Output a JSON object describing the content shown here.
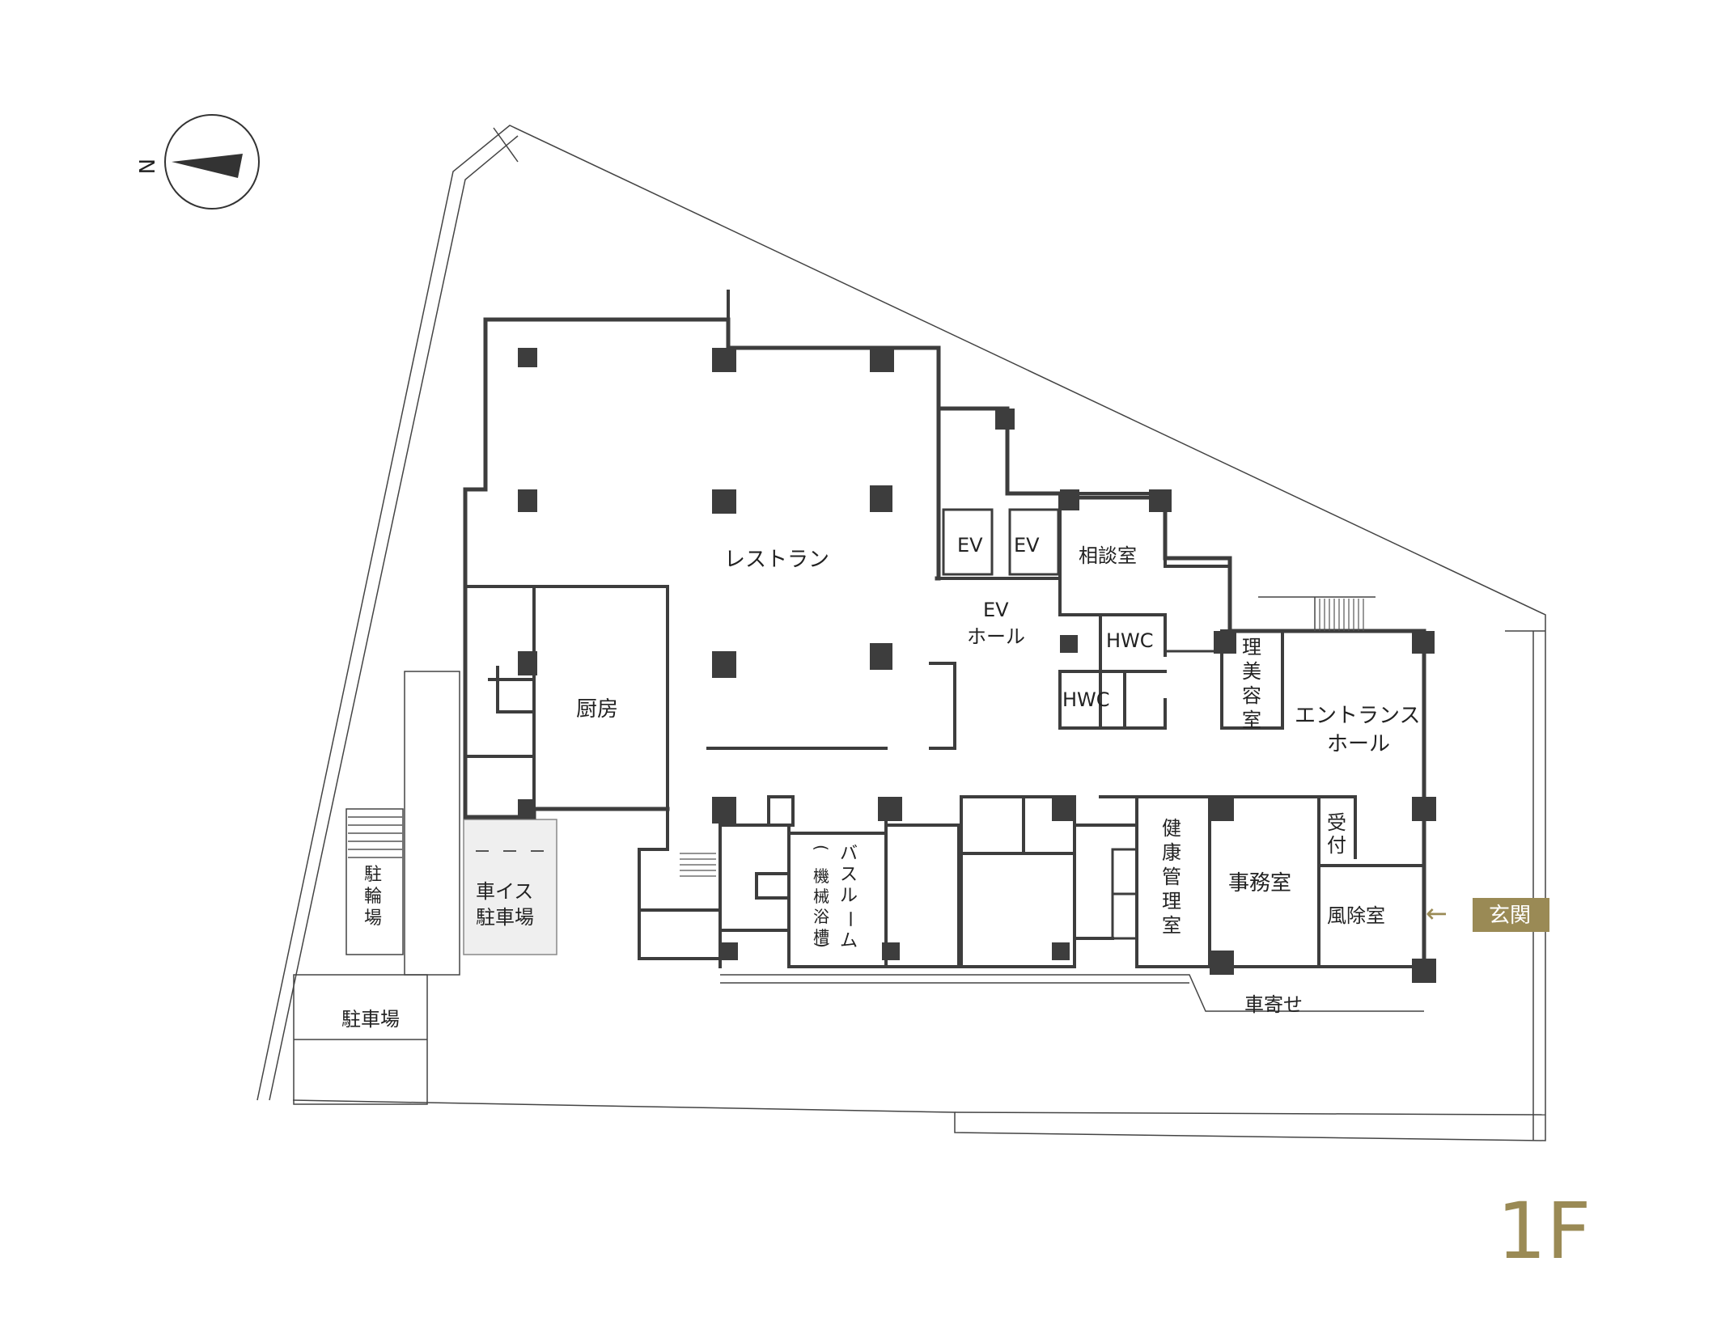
{
  "compass": {
    "north_label": "N"
  },
  "rooms": {
    "restaurant": "レストラン",
    "kitchen": "厨房",
    "ev1": "EV",
    "ev2": "EV",
    "ev_hall": [
      "EV",
      "ホール"
    ],
    "consultation": "相談室",
    "hwc1": "HWC",
    "hwc2": "HWC",
    "barber": [
      "理",
      "美",
      "容",
      "室"
    ],
    "entrance_hall": [
      "エントランス",
      "ホール"
    ],
    "reception": [
      "受",
      "付"
    ],
    "windbreak": "風除室",
    "office": "事務室",
    "health": [
      "健",
      "康",
      "管",
      "理",
      "室"
    ],
    "bathroom": [
      "バ",
      "ス",
      "ル",
      "ー",
      "ム"
    ],
    "bathroom_sub": [
      "(",
      "機",
      "械",
      "浴",
      "槽",
      ")"
    ],
    "bicycle": [
      "駐",
      "輪",
      "場"
    ],
    "wheelchair_parking": [
      "車イス",
      "駐車場"
    ],
    "parking": "駐車場",
    "carriage_porch": "車寄せ"
  },
  "entrance": {
    "label": "玄関",
    "arrow": "←"
  },
  "floor_label": "1F",
  "colors": {
    "accent": "#9a8a55",
    "wall": "#3d3d3d"
  }
}
